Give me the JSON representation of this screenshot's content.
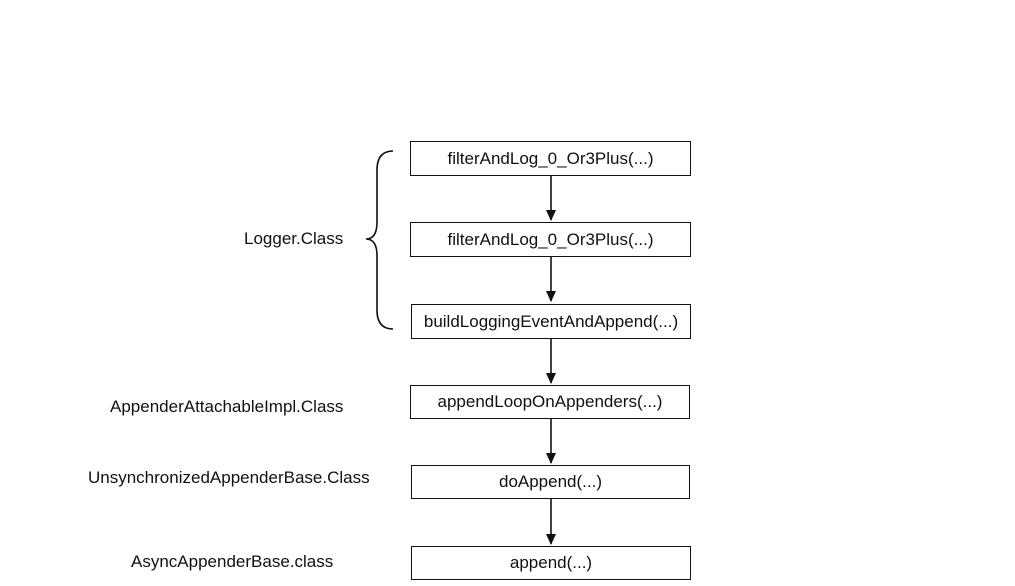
{
  "nodes": [
    {
      "label": "filterAndLog_0_Or3Plus(...)"
    },
    {
      "label": "filterAndLog_0_Or3Plus(...)"
    },
    {
      "label": "buildLoggingEventAndAppend(...)"
    },
    {
      "label": "appendLoopOnAppenders(...)"
    },
    {
      "label": "doAppend(...)"
    },
    {
      "label": "append(...)"
    }
  ],
  "class_labels": {
    "logger": "Logger.Class",
    "appender_attachable": "AppenderAttachableImpl.Class",
    "unsynchronized_appender_base": "UnsynchronizedAppenderBase.Class",
    "async_appender_base": "AsyncAppenderBase.class"
  },
  "edges": [
    {
      "from": 0,
      "to": 1
    },
    {
      "from": 1,
      "to": 2
    },
    {
      "from": 2,
      "to": 3
    },
    {
      "from": 3,
      "to": 4
    },
    {
      "from": 4,
      "to": 5
    }
  ]
}
